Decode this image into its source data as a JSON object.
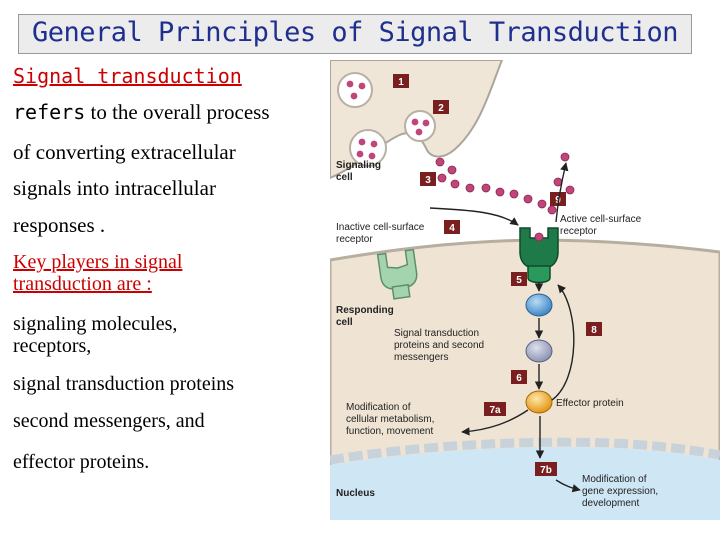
{
  "title": "General Principles of Signal Transduction",
  "intro": {
    "line1": "Signal transduction",
    "word2": "refers",
    "line2_rest": "to the overall process",
    "line3": "of converting extracellular",
    "line4": "signals into intracellular",
    "line5": "responses ."
  },
  "key_players": {
    "line1": "Key players in signal",
    "line2": "transduction are :"
  },
  "players": {
    "item1": "signaling molecules,",
    "item2": "receptors,",
    "item3": "signal transduction proteins",
    "item4": "second messengers, and",
    "item5": "effector proteins."
  },
  "diagram": {
    "signaling_cell": "Signaling\ncell",
    "inactive_receptor": "Inactive cell-surface\nreceptor",
    "active_receptor": "Active cell-surface\nreceptor",
    "responding_cell": "Responding\ncell",
    "st_proteins": "Signal transduction\nproteins and second\nmessengers",
    "effector": "Effector protein",
    "modification_metabolism": "Modification of\ncellular metabolism,\nfunction, movement",
    "nucleus": "Nucleus",
    "modification_gene": "Modification of\ngene expression,\ndevelopment",
    "steps": [
      "1",
      "2",
      "3",
      "4",
      "5",
      "6",
      "7a",
      "7b",
      "8",
      "9"
    ]
  },
  "colors": {
    "title": "#1f2f8f",
    "red_text": "#cc0000",
    "step_box": "#7a1f1f",
    "signal_molecule": "#c0457a",
    "active_receptor": "#1f7a4a",
    "inactive_receptor": "#9fd0a8",
    "transduction_protein": "#5a9fd6",
    "effector_protein": "#f0a020",
    "cell_fill": "#efe4d4",
    "nucleus_fill": "#cfe6f5"
  }
}
